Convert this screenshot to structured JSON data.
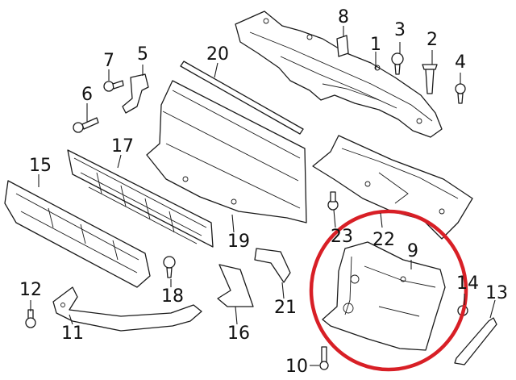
{
  "diagram": {
    "highlight_color": "#d81f26",
    "callouts": [
      {
        "id": "1",
        "label": "1"
      },
      {
        "id": "2",
        "label": "2"
      },
      {
        "id": "3",
        "label": "3"
      },
      {
        "id": "4",
        "label": "4"
      },
      {
        "id": "5",
        "label": "5"
      },
      {
        "id": "6",
        "label": "6"
      },
      {
        "id": "7",
        "label": "7"
      },
      {
        "id": "8",
        "label": "8"
      },
      {
        "id": "9",
        "label": "9"
      },
      {
        "id": "10",
        "label": "10"
      },
      {
        "id": "11",
        "label": "11"
      },
      {
        "id": "12",
        "label": "12"
      },
      {
        "id": "13",
        "label": "13"
      },
      {
        "id": "14",
        "label": "14"
      },
      {
        "id": "15",
        "label": "15"
      },
      {
        "id": "16",
        "label": "16"
      },
      {
        "id": "17",
        "label": "17"
      },
      {
        "id": "18",
        "label": "18"
      },
      {
        "id": "19",
        "label": "19"
      },
      {
        "id": "20",
        "label": "20"
      },
      {
        "id": "21",
        "label": "21"
      },
      {
        "id": "22",
        "label": "22"
      },
      {
        "id": "23",
        "label": "23"
      }
    ]
  }
}
